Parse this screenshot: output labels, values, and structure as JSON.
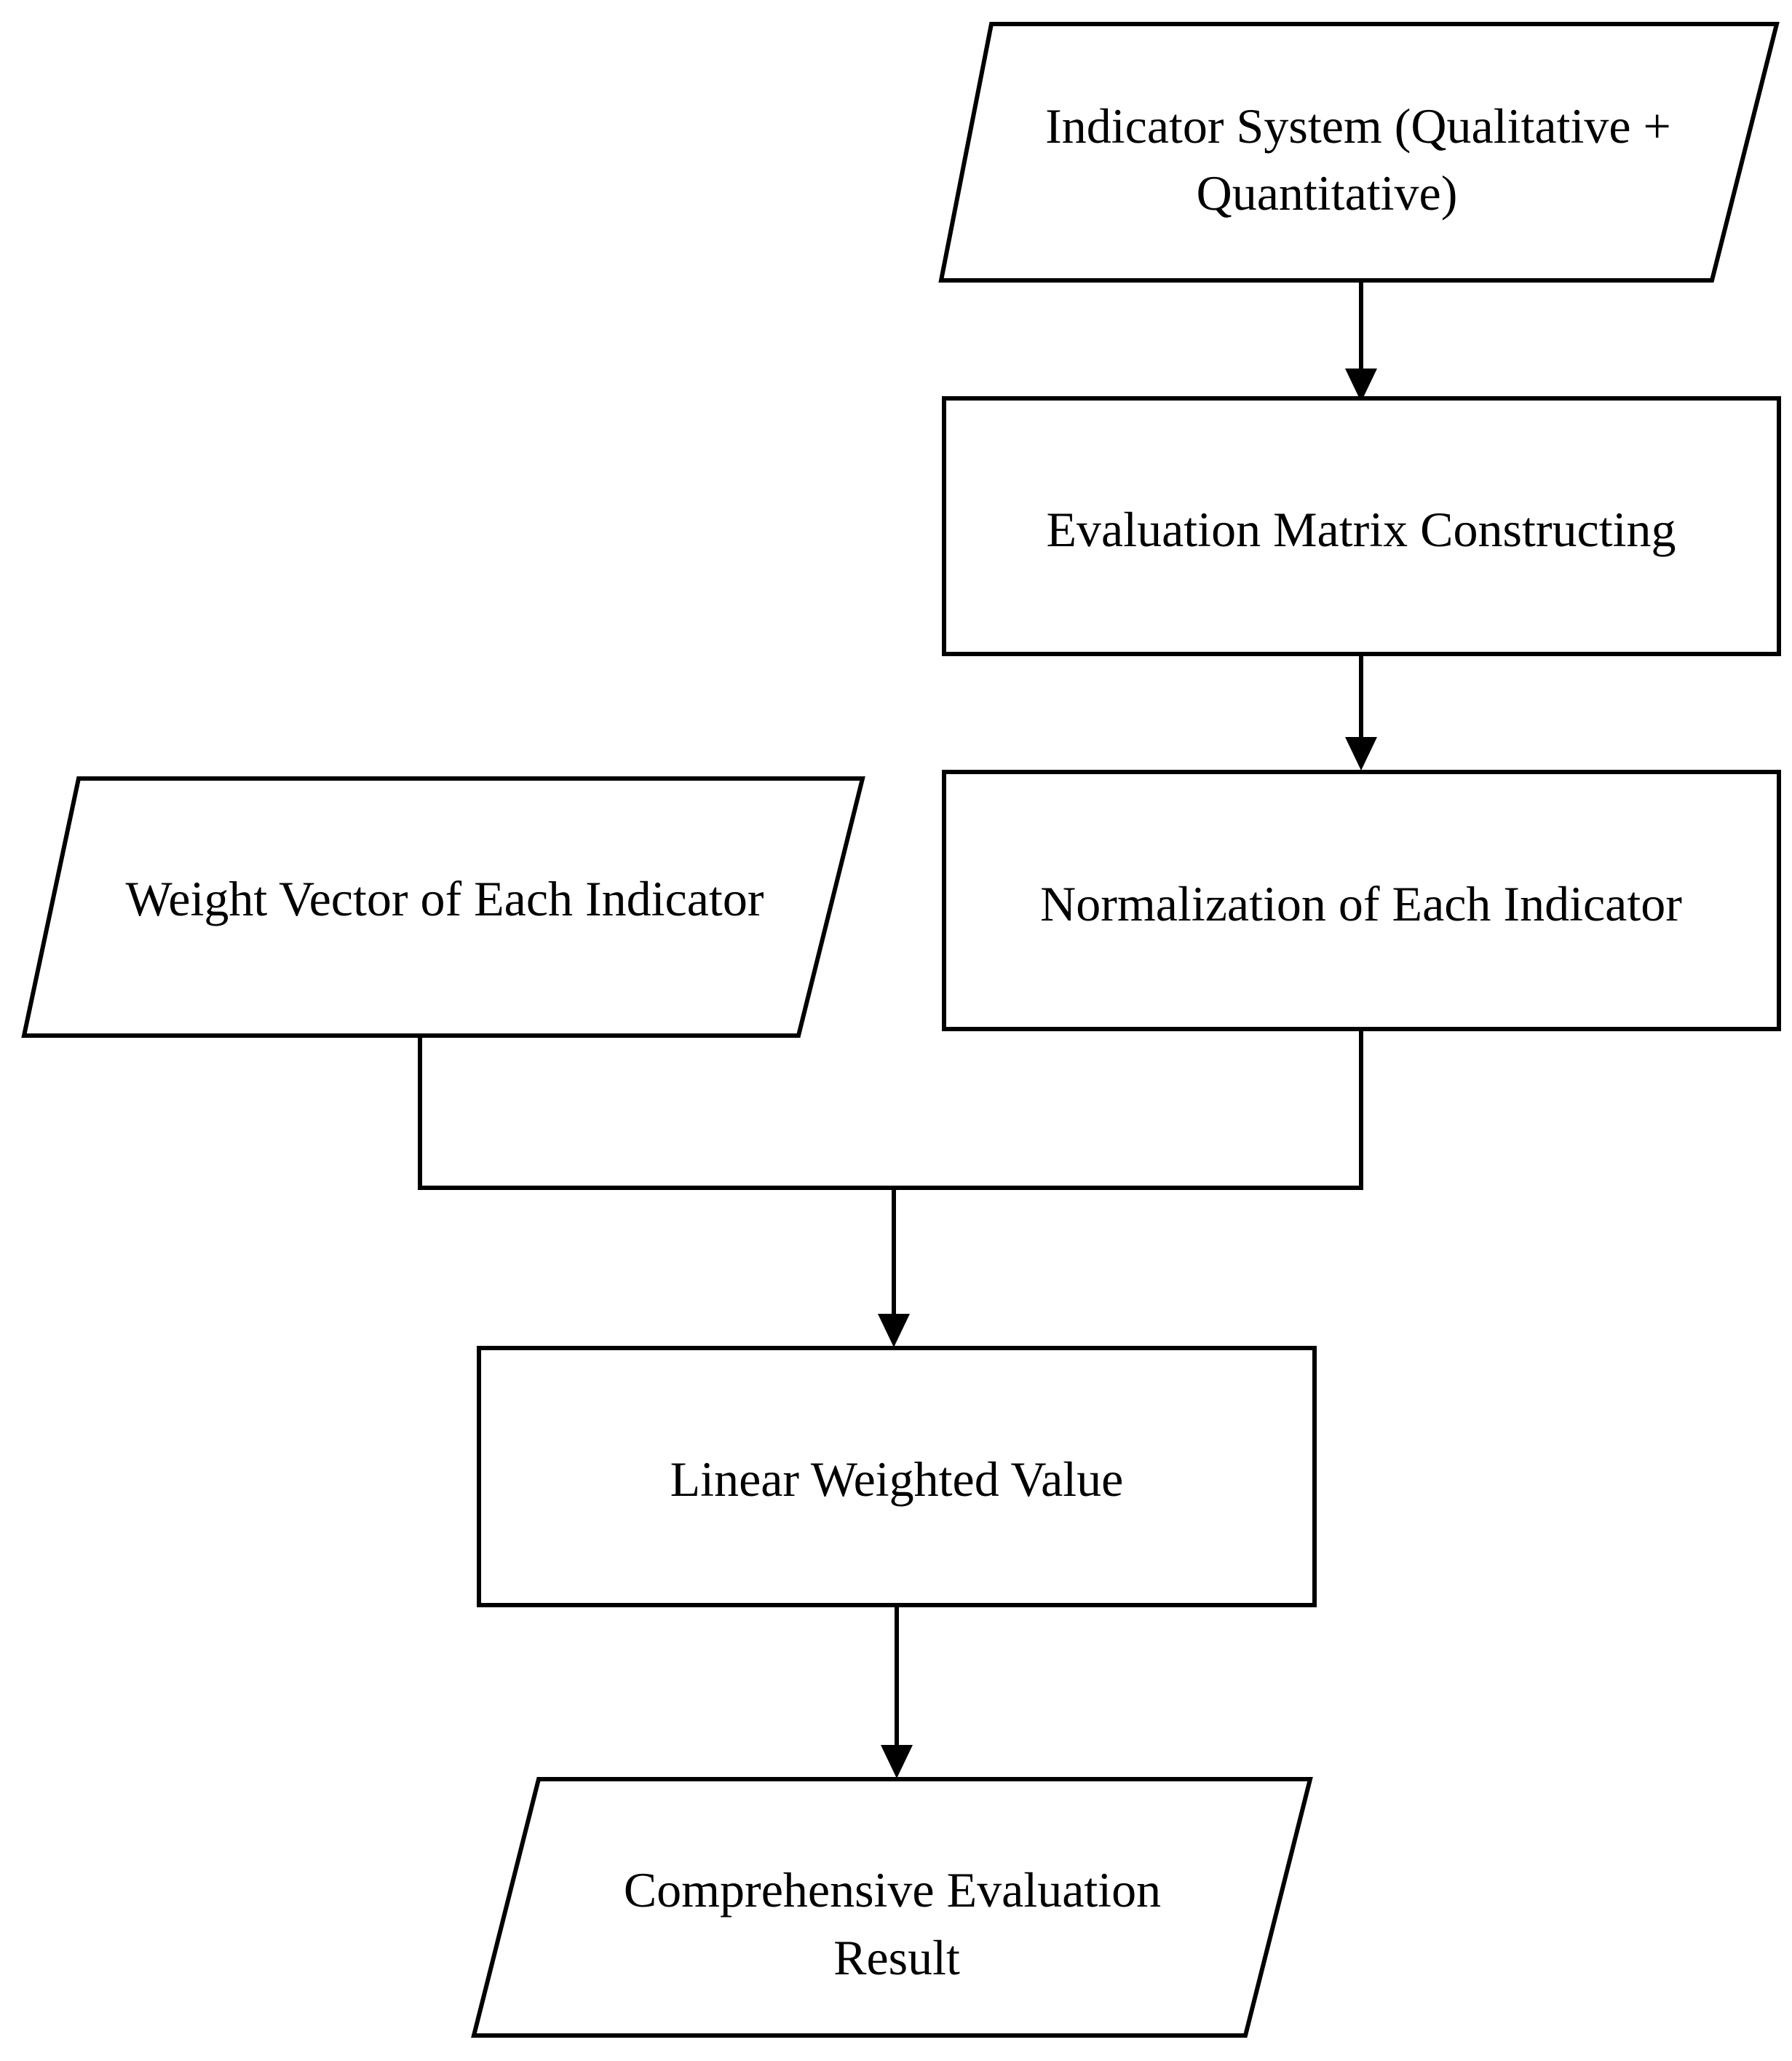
{
  "nodes": {
    "indicator_system": {
      "shape": "parallelogram",
      "lines": [
        "Indicator System (Qualitative +",
        "Quantitative)"
      ]
    },
    "evaluation_matrix": {
      "shape": "rectangle",
      "lines": [
        "Evaluation Matrix Constructing"
      ]
    },
    "normalization": {
      "shape": "rectangle",
      "lines": [
        "Normalization of Each Indicator"
      ]
    },
    "weight_vector": {
      "shape": "parallelogram",
      "lines": [
        "Weight Vector of Each Indicator"
      ]
    },
    "linear_weighted": {
      "shape": "rectangle",
      "lines": [
        "Linear Weighted Value"
      ]
    },
    "result": {
      "shape": "parallelogram",
      "lines": [
        "Comprehensive Evaluation",
        "Result"
      ]
    }
  },
  "edges": [
    {
      "from": "indicator_system",
      "to": "evaluation_matrix"
    },
    {
      "from": "evaluation_matrix",
      "to": "normalization"
    },
    {
      "from": "weight_vector",
      "to": "linear_weighted"
    },
    {
      "from": "normalization",
      "to": "linear_weighted"
    },
    {
      "from": "linear_weighted",
      "to": "result"
    }
  ],
  "colors": {
    "stroke": "#000000",
    "fill": "#ffffff",
    "text": "#000000"
  }
}
